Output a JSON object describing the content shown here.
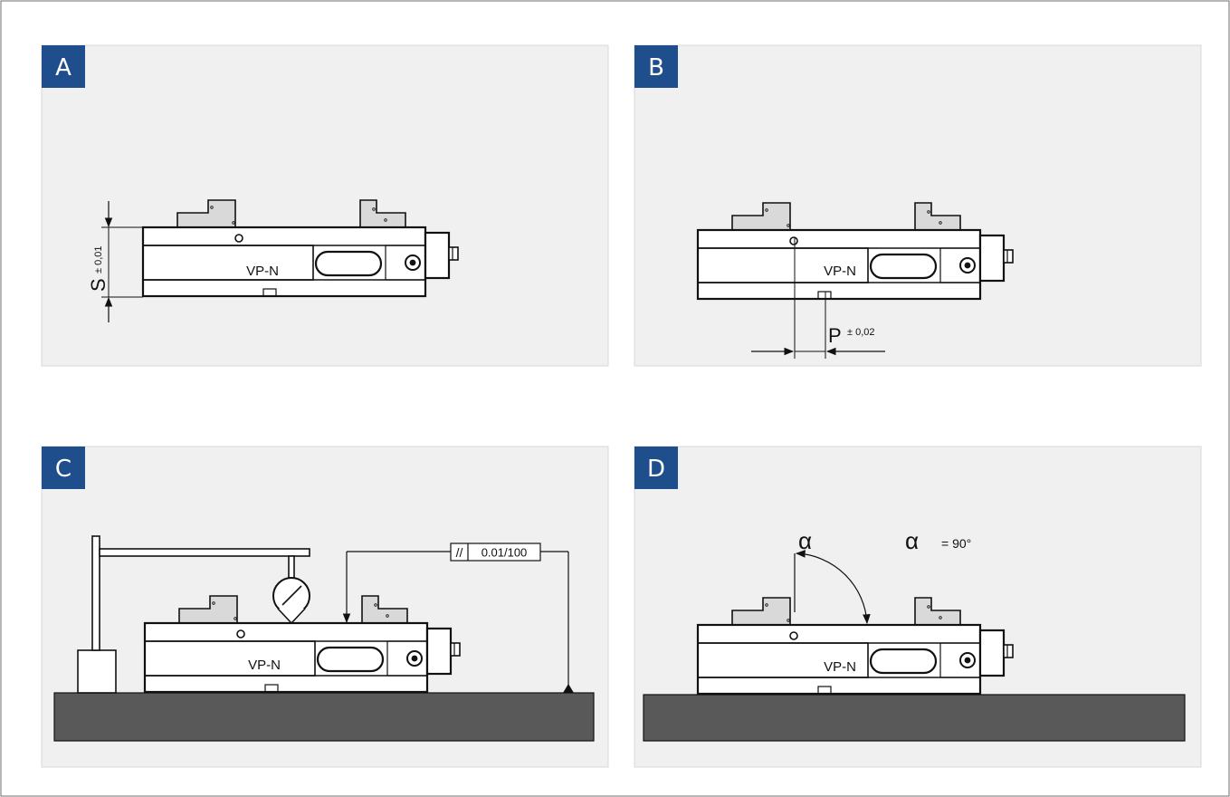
{
  "colors": {
    "panel_bg": "#f0f0f0",
    "badge_bg": "#1f4e8c",
    "base_plate": "#595959",
    "jaw_fill": "#d9d9d9",
    "line": "#111111"
  },
  "panels": {
    "A": {
      "letter": "A",
      "vise_label": "VP-N",
      "dim_symbol": "S",
      "dim_tolerance": "± 0,01"
    },
    "B": {
      "letter": "B",
      "vise_label": "VP-N",
      "dim_symbol": "P",
      "dim_tolerance": "± 0,02"
    },
    "C": {
      "letter": "C",
      "vise_label": "VP-N",
      "parallelism_symbol": "//",
      "tolerance_value": "0.01/100"
    },
    "D": {
      "letter": "D",
      "vise_label": "VP-N",
      "angle_symbol": "α",
      "angle_equation_symbol": "α",
      "angle_value": "= 90°"
    }
  }
}
